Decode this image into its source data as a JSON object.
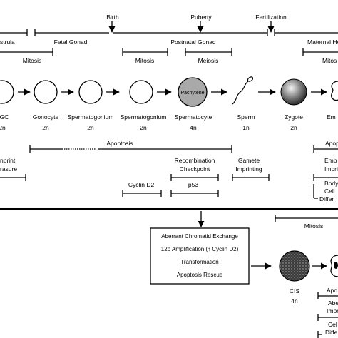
{
  "events": {
    "birth": "Birth",
    "puberty": "Puberty",
    "fertilization": "Fertilization"
  },
  "phases": {
    "gastrula": "strula",
    "fetal_gonad": "Fetal Gonad",
    "postnatal_gonad": "Postnatal Gonad",
    "maternal_host": "Maternal Hostl"
  },
  "division_labels": {
    "mitosis_fetal": "Mitosis",
    "mitosis_postnatal": "Mitosis",
    "meiosis": "Meiosis",
    "mitosis_maternal": "Mitos"
  },
  "cells": [
    {
      "name": "PGC",
      "label": "PGC",
      "ploidy": "2n"
    },
    {
      "name": "gonocyte",
      "label": "Gonocyte",
      "ploidy": "2n"
    },
    {
      "name": "spermatogonium-1",
      "label": "Spermatogonium",
      "ploidy": "2n"
    },
    {
      "name": "spermatogonium-2",
      "label": "Spermatogonium",
      "ploidy": "2n"
    },
    {
      "name": "spermatocyte",
      "label": "Spermatocyte",
      "ploidy": "4n",
      "inner_text": "Pachytene"
    },
    {
      "name": "sperm",
      "label": "Sperm",
      "ploidy": "1n"
    },
    {
      "name": "zygote",
      "label": "Zygote",
      "ploidy": "2n"
    },
    {
      "name": "embryo",
      "label": "Em",
      "ploidy": ""
    }
  ],
  "processes": {
    "apoptosis": "Apoptosis",
    "apoptosis_right": "Apop",
    "imprint_erasure_line1": "nprint",
    "imprint_erasure_line2": "rasure",
    "recombination_line1": "Recombination",
    "recombination_line2": "Checkpoint",
    "gamete_imprinting_line1": "Gamete",
    "gamete_imprinting_line2": "Imprinting",
    "embryo_imprinting_line1": "Emb",
    "embryo_imprinting_line2": "Impri",
    "body_cell_diff_line1": "Body",
    "body_cell_diff_line2": "Cell",
    "body_cell_diff_line3": "Differ",
    "cyclin_d2": "Cyclin D2",
    "p53": "p53"
  },
  "tumor_path": {
    "mitosis": "Mitosis",
    "box_lines": [
      "Aberrant Chromatid Exchange",
      "12p Amplification (↑ Cyclin D2)",
      "Transformation",
      "Apoptosis Rescue"
    ],
    "cis_label": "CIS",
    "cis_ploidy": "4n",
    "right_apo": "Apo",
    "right_abe_line1": "Abe",
    "right_abe_line2": "Impr",
    "right_cel_line1": "Cel",
    "right_cel_line2": "Diffe"
  }
}
